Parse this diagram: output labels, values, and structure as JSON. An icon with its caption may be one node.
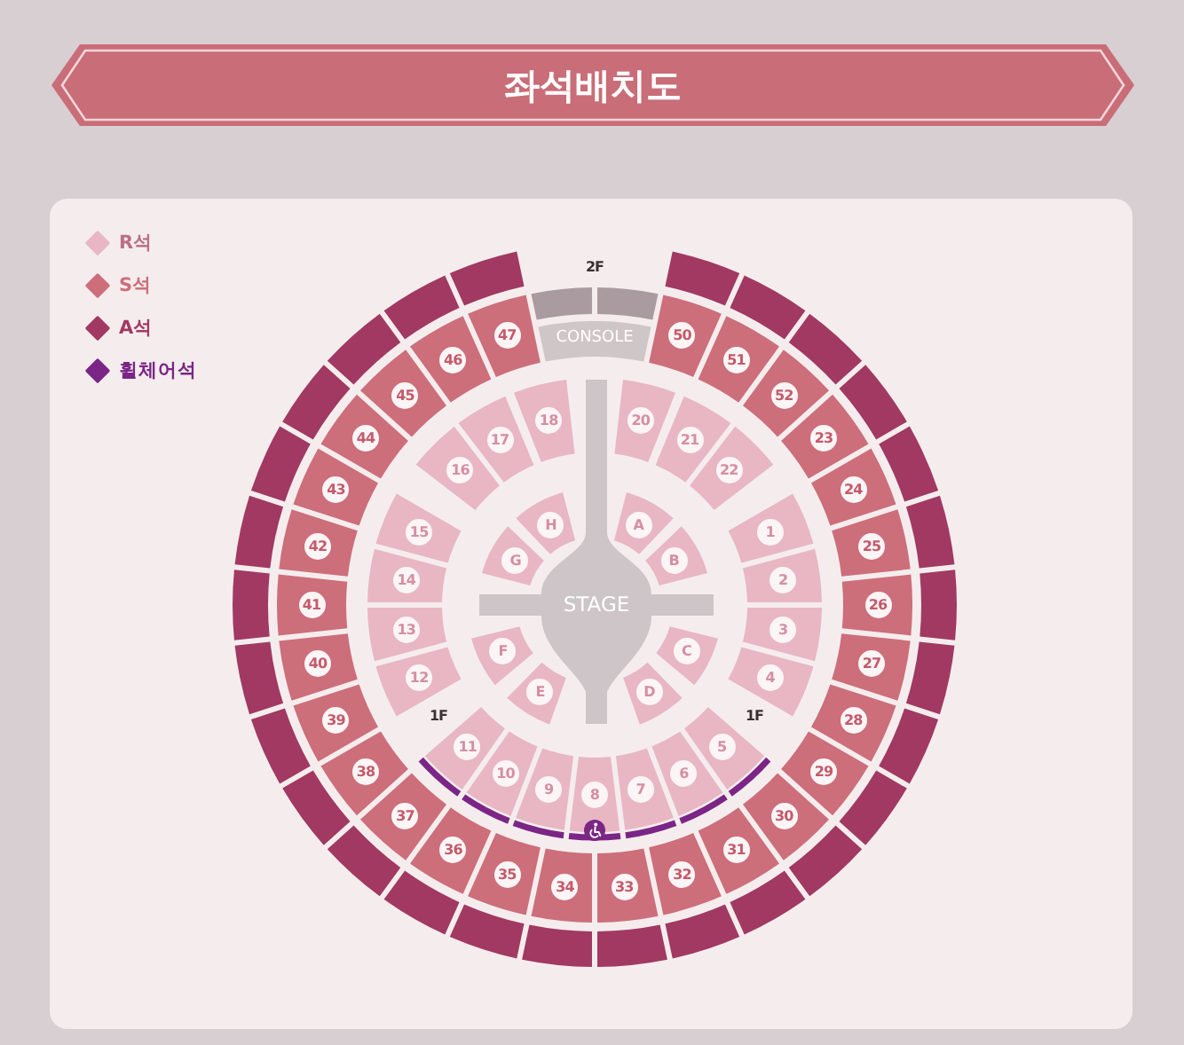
{
  "diagram": {
    "title": "좌석배치도",
    "nodes": [
      {
        "text": [
          "STAGE"
        ]
      },
      {
        "text": [
          "A"
        ]
      },
      {
        "text": [
          "B"
        ]
      },
      {
        "text": [
          "C"
        ]
      },
      {
        "text": [
          "D"
        ]
      },
      {
        "text": [
          "E"
        ]
      },
      {
        "text": [
          "F"
        ]
      },
      {
        "text": [
          "G"
        ]
      },
      {
        "text": [
          "H"
        ]
      },
      {
        "text": [
          "1"
        ]
      },
      {
        "text": [
          "2"
        ]
      },
      {
        "text": [
          "3"
        ]
      },
      {
        "text": [
          "4"
        ]
      },
      {
        "text": [
          "5"
        ]
      },
      {
        "text": [
          "6"
        ]
      },
      {
        "text": [
          "7"
        ]
      },
      {
        "text": [
          "8"
        ]
      },
      {
        "text": [
          "9"
        ]
      },
      {
        "text": [
          "10"
        ]
      },
      {
        "text": [
          "11"
        ]
      },
      {
        "text": [
          "12"
        ]
      },
      {
        "text": [
          "13"
        ]
      },
      {
        "text": [
          "14"
        ]
      },
      {
        "text": [
          "15"
        ]
      },
      {
        "text": [
          "16"
        ]
      },
      {
        "text": [
          "17"
        ]
      },
      {
        "text": [
          "18"
        ]
      },
      {
        "text": [
          "20"
        ]
      },
      {
        "text": [
          "21"
        ]
      },
      {
        "text": [
          "22"
        ]
      },
      {
        "text": [
          "CONSOLE"
        ]
      },
      {
        "text": [],
        "shape": "box"
      },
      {
        "text": [],
        "shape": "box"
      },
      {
        "text": [
          "23"
        ]
      },
      {
        "text": [
          "24"
        ]
      },
      {
        "text": [
          "25"
        ]
      },
      {
        "text": [
          "26"
        ]
      },
      {
        "text": [
          "27"
        ]
      },
      {
        "text": [
          "28"
        ]
      },
      {
        "text": [
          "29"
        ]
      },
      {
        "text": [
          "30"
        ]
      },
      {
        "text": [
          "31"
        ]
      },
      {
        "text": [
          "32"
        ]
      },
      {
        "text": [
          "33"
        ]
      },
      {
        "text": [
          "34"
        ]
      },
      {
        "text": [
          "35"
        ]
      },
      {
        "text": [
          "36"
        ]
      },
      {
        "text": [
          "37"
        ]
      },
      {
        "text": [
          "38"
        ]
      },
      {
        "text": [
          "39"
        ]
      },
      {
        "text": [
          "40"
        ]
      },
      {
        "text": [
          "41"
        ]
      },
      {
        "text": [
          "42"
        ]
      },
      {
        "text": [
          "43"
        ]
      },
      {
        "text": [
          "44"
        ]
      },
      {
        "text": [
          "45"
        ]
      },
      {
        "text": [
          "46"
        ]
      },
      {
        "text": [
          "47"
        ]
      },
      {
        "text": [
          "50"
        ]
      },
      {
        "text": [
          "51"
        ]
      },
      {
        "text": [
          "52"
        ]
      },
      {
        "text": [],
        "shape": "box"
      },
      {
        "text": [],
        "shape": "box"
      },
      {
        "text": [],
        "shape": "box"
      },
      {
        "text": [],
        "shape": "box"
      },
      {
        "text": [],
        "shape": "box"
      },
      {
        "text": [],
        "shape": "box"
      },
      {
        "text": [],
        "shape": "box"
      },
      {
        "text": [],
        "shape": "box"
      },
      {
        "text": [],
        "shape": "box"
      },
      {
        "text": [],
        "shape": "box"
      },
      {
        "text": [],
        "shape": "box"
      },
      {
        "text": [],
        "shape": "box"
      },
      {
        "text": [],
        "shape": "box"
      },
      {
        "text": [],
        "shape": "box"
      },
      {
        "text": [],
        "shape": "box"
      },
      {
        "text": [],
        "shape": "box"
      },
      {
        "text": [],
        "shape": "box"
      },
      {
        "text": [],
        "shape": "box"
      },
      {
        "text": [],
        "shape": "box"
      },
      {
        "text": [],
        "shape": "box"
      },
      {
        "text": [],
        "shape": "box"
      },
      {
        "text": [],
        "shape": "box"
      },
      {
        "text": [],
        "shape": "box"
      },
      {
        "text": [],
        "shape": "box"
      },
      {
        "text": [],
        "shape": "box"
      },
      {
        "text": [],
        "shape": "box"
      },
      {
        "text": [],
        "shape": "box"
      },
      {
        "text": [],
        "shape": "box"
      }
    ],
    "labels": [
      "2F",
      "1F",
      "1F"
    ],
    "legend": [
      {
        "text": "R석",
        "color": "#e8b7c3"
      },
      {
        "text": "S석",
        "color": "#cd6e7b"
      },
      {
        "text": "A석",
        "color": "#a13963"
      },
      {
        "text": "휠체어석",
        "color": "#7b2586"
      }
    ]
  }
}
